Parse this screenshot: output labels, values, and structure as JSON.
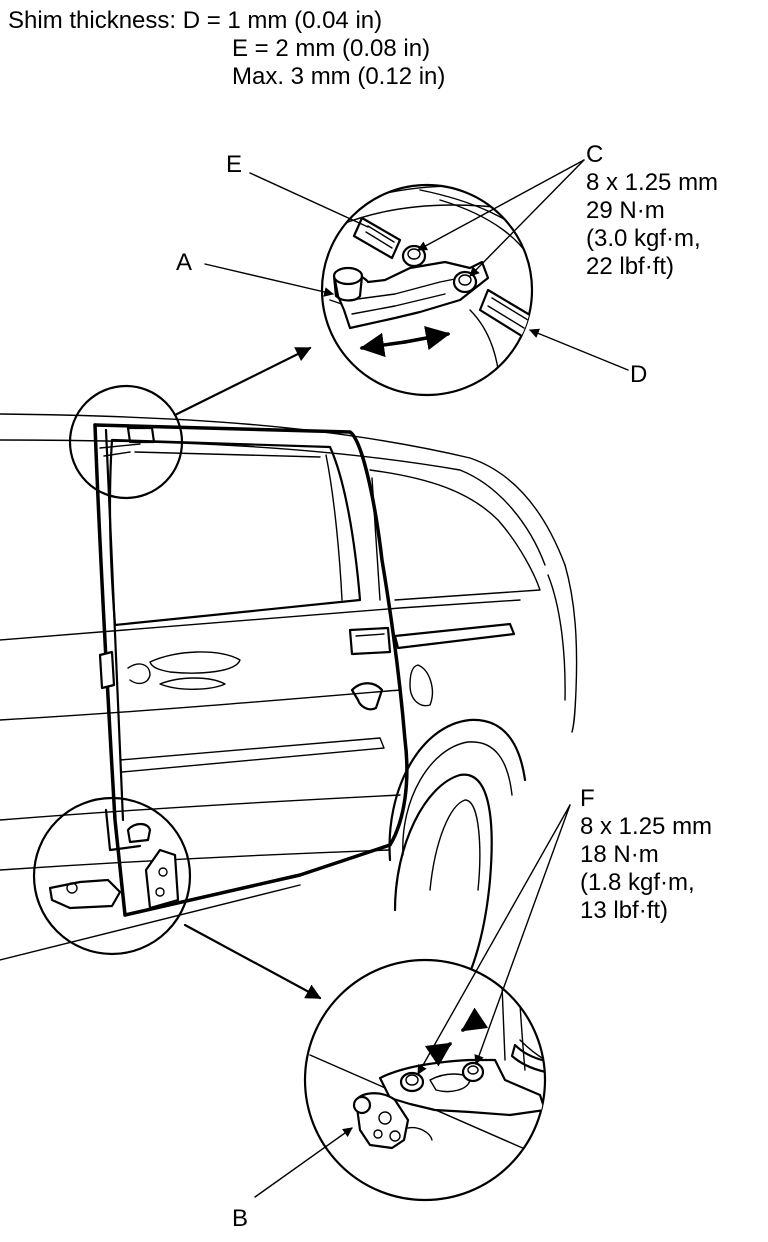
{
  "spec": {
    "line1": "Shim thickness: D = 1 mm (0.04 in)",
    "line2": "E = 2 mm (0.08 in)",
    "line3": "Max. 3 mm (0.12 in)"
  },
  "callouts": {
    "A": "A",
    "B": "B",
    "C": "C",
    "D": "D",
    "E": "E",
    "F": "F"
  },
  "torque_upper": [
    "8 x 1.25 mm",
    "29 N·m",
    "(3.0 kgf·m,",
    "22 lbf·ft)"
  ],
  "torque_lower": [
    "8 x 1.25 mm",
    "18 N·m",
    "(1.8 kgf·m,",
    "13 lbf·ft)"
  ]
}
